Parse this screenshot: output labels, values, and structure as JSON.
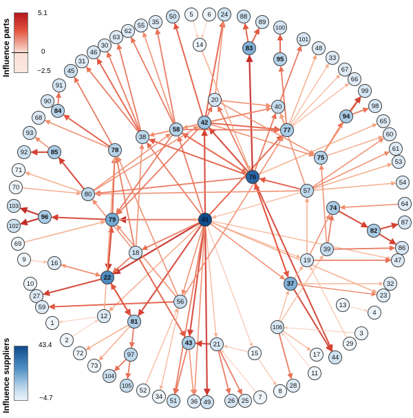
{
  "legend": {
    "parts": {
      "title": "Influence parts",
      "max": "5.1",
      "zero": "0",
      "min": "−2.5",
      "colors": [
        "#b5171c",
        "#fbe0d6"
      ]
    },
    "suppliers": {
      "title": "Influence suppliers",
      "max": "43.4",
      "min": "−4.7",
      "colors": [
        "#0f4a8a",
        "#eef5fb"
      ]
    }
  },
  "nodes": [
    {
      "id": "50",
      "s": 0.2
    },
    {
      "id": "5",
      "s": 0.0
    },
    {
      "id": "6",
      "s": 0.0
    },
    {
      "id": "24",
      "s": 0.2
    },
    {
      "id": "88",
      "s": 0.2
    },
    {
      "id": "89",
      "s": 0.15
    },
    {
      "id": "55",
      "s": 0.1
    },
    {
      "id": "35",
      "s": 0.1
    },
    {
      "id": "14",
      "s": 0.0
    },
    {
      "id": "83",
      "s": 0.55
    },
    {
      "id": "100",
      "s": 0.15
    },
    {
      "id": "101",
      "s": 0.15
    },
    {
      "id": "62",
      "s": 0.1
    },
    {
      "id": "63",
      "s": 0.1
    },
    {
      "id": "30",
      "s": 0.1
    },
    {
      "id": "46",
      "s": 0.15
    },
    {
      "id": "31",
      "s": 0.1
    },
    {
      "id": "95",
      "s": 0.35
    },
    {
      "id": "48",
      "s": 0.1
    },
    {
      "id": "33",
      "s": 0.1
    },
    {
      "id": "45",
      "s": 0.2
    },
    {
      "id": "67",
      "s": 0.1
    },
    {
      "id": "66",
      "s": 0.1
    },
    {
      "id": "91",
      "s": 0.15
    },
    {
      "id": "99",
      "s": 0.15
    },
    {
      "id": "20",
      "s": 0.15
    },
    {
      "id": "90",
      "s": 0.15
    },
    {
      "id": "84",
      "s": 0.35
    },
    {
      "id": "40",
      "s": 0.25
    },
    {
      "id": "94",
      "s": 0.4
    },
    {
      "id": "98",
      "s": 0.15
    },
    {
      "id": "68",
      "s": 0.1
    },
    {
      "id": "42",
      "s": 0.45
    },
    {
      "id": "58",
      "s": 0.35
    },
    {
      "id": "38",
      "s": 0.3
    },
    {
      "id": "77",
      "s": 0.4
    },
    {
      "id": "65",
      "s": 0.1
    },
    {
      "id": "93",
      "s": 0.15
    },
    {
      "id": "60",
      "s": 0.1
    },
    {
      "id": "78",
      "s": 0.35
    },
    {
      "id": "85",
      "s": 0.4
    },
    {
      "id": "92",
      "s": 0.2
    },
    {
      "id": "75",
      "s": 0.35
    },
    {
      "id": "61",
      "s": 0.1
    },
    {
      "id": "53",
      "s": 0.1
    },
    {
      "id": "71",
      "s": 0.0
    },
    {
      "id": "76",
      "s": 0.9
    },
    {
      "id": "54",
      "s": 0.1
    },
    {
      "id": "70",
      "s": 0.0
    },
    {
      "id": "57",
      "s": 0.3
    },
    {
      "id": "80",
      "s": 0.3
    },
    {
      "id": "64",
      "s": 0.1
    },
    {
      "id": "74",
      "s": 0.4
    },
    {
      "id": "103",
      "s": 0.2
    },
    {
      "id": "96",
      "s": 0.4
    },
    {
      "id": "79",
      "s": 0.6
    },
    {
      "id": "41",
      "s": 1.0
    },
    {
      "id": "87",
      "s": 0.15
    },
    {
      "id": "102",
      "s": 0.2
    },
    {
      "id": "82",
      "s": 0.4
    },
    {
      "id": "86",
      "s": 0.15
    },
    {
      "id": "69",
      "s": 0.0
    },
    {
      "id": "18",
      "s": 0.2
    },
    {
      "id": "39",
      "s": 0.25
    },
    {
      "id": "9",
      "s": 0.0
    },
    {
      "id": "16",
      "s": 0.1
    },
    {
      "id": "19",
      "s": 0.15
    },
    {
      "id": "47",
      "s": 0.1
    },
    {
      "id": "22",
      "s": 0.75
    },
    {
      "id": "37",
      "s": 0.55
    },
    {
      "id": "32",
      "s": 0.1
    },
    {
      "id": "10",
      "s": 0.0
    },
    {
      "id": "27",
      "s": 0.1
    },
    {
      "id": "23",
      "s": 0.1
    },
    {
      "id": "59",
      "s": 0.1
    },
    {
      "id": "56",
      "s": 0.25
    },
    {
      "id": "13",
      "s": 0.0
    },
    {
      "id": "4",
      "s": 0.0
    },
    {
      "id": "12",
      "s": 0.1
    },
    {
      "id": "1",
      "s": 0.0
    },
    {
      "id": "81",
      "s": 0.4
    },
    {
      "id": "106",
      "s": 0.15
    },
    {
      "id": "3",
      "s": 0.0
    },
    {
      "id": "2",
      "s": 0.0
    },
    {
      "id": "29",
      "s": 0.0
    },
    {
      "id": "43",
      "s": 0.4
    },
    {
      "id": "21",
      "s": 0.15
    },
    {
      "id": "72",
      "s": 0.0
    },
    {
      "id": "97",
      "s": 0.3
    },
    {
      "id": "15",
      "s": 0.0
    },
    {
      "id": "17",
      "s": 0.0
    },
    {
      "id": "44",
      "s": 0.2
    },
    {
      "id": "73",
      "s": 0.0
    },
    {
      "id": "11",
      "s": 0.0
    },
    {
      "id": "104",
      "s": 0.2
    },
    {
      "id": "28",
      "s": 0.1
    },
    {
      "id": "105",
      "s": 0.25
    },
    {
      "id": "52",
      "s": 0.0
    },
    {
      "id": "34",
      "s": 0.0
    },
    {
      "id": "8",
      "s": 0.0
    },
    {
      "id": "7",
      "s": 0.0
    },
    {
      "id": "26",
      "s": 0.15
    },
    {
      "id": "25",
      "s": 0.1
    },
    {
      "id": "51",
      "s": 0.2
    },
    {
      "id": "36",
      "s": 0.1
    },
    {
      "id": "49",
      "s": 0.2
    }
  ],
  "edges": [
    [
      "41",
      "79",
      0.9
    ],
    [
      "41",
      "22",
      0.9
    ],
    [
      "41",
      "81",
      0.8
    ],
    [
      "41",
      "43",
      0.8
    ],
    [
      "41",
      "49",
      0.85
    ],
    [
      "41",
      "42",
      0.8
    ],
    [
      "41",
      "77",
      0.7
    ],
    [
      "41",
      "38",
      0.6
    ],
    [
      "41",
      "58",
      0.6
    ],
    [
      "41",
      "18",
      0.6
    ],
    [
      "41",
      "37",
      0.5
    ],
    [
      "41",
      "19",
      0.3
    ],
    [
      "41",
      "21",
      0.3
    ],
    [
      "41",
      "15",
      0.2
    ],
    [
      "41",
      "56",
      0.5
    ],
    [
      "41",
      "23",
      0.4
    ],
    [
      "41",
      "36",
      0.5
    ],
    [
      "41",
      "51",
      0.6
    ],
    [
      "41",
      "47",
      0.3
    ],
    [
      "41",
      "12",
      0.4
    ],
    [
      "76",
      "83",
      0.9
    ],
    [
      "76",
      "42",
      0.8
    ],
    [
      "76",
      "38",
      0.7
    ],
    [
      "76",
      "20",
      0.6
    ],
    [
      "76",
      "58",
      0.7
    ],
    [
      "76",
      "80",
      0.6
    ],
    [
      "76",
      "37",
      0.7
    ],
    [
      "76",
      "44",
      0.8
    ],
    [
      "57",
      "76",
      0.7
    ],
    [
      "76",
      "65",
      0.4
    ],
    [
      "76",
      "40",
      0.6
    ],
    [
      "79",
      "22",
      0.9
    ],
    [
      "79",
      "78",
      0.7
    ],
    [
      "79",
      "41",
      0.3
    ],
    [
      "22",
      "81",
      0.8
    ],
    [
      "22",
      "27",
      0.8
    ],
    [
      "22",
      "16",
      0.4
    ],
    [
      "22",
      "79",
      0.7
    ],
    [
      "18",
      "78",
      0.6
    ],
    [
      "18",
      "80",
      0.5
    ],
    [
      "18",
      "43",
      0.7
    ],
    [
      "18",
      "22",
      0.6
    ],
    [
      "18",
      "38",
      0.5
    ],
    [
      "80",
      "85",
      0.8
    ],
    [
      "80",
      "71",
      0.4
    ],
    [
      "80",
      "58",
      0.5
    ],
    [
      "80",
      "42",
      0.5
    ],
    [
      "96",
      "103",
      0.9
    ],
    [
      "96",
      "102",
      0.9
    ],
    [
      "79",
      "96",
      0.8
    ],
    [
      "81",
      "97",
      0.6
    ],
    [
      "81",
      "72",
      0.4
    ],
    [
      "81",
      "73",
      0.4
    ],
    [
      "97",
      "104",
      0.6
    ],
    [
      "97",
      "105",
      0.6
    ],
    [
      "81",
      "22",
      0.7
    ],
    [
      "56",
      "59",
      0.7
    ],
    [
      "56",
      "79",
      0.5
    ],
    [
      "56",
      "78",
      0.5
    ],
    [
      "56",
      "77",
      0.5
    ],
    [
      "56",
      "34",
      0.3
    ],
    [
      "12",
      "1",
      0.1
    ],
    [
      "12",
      "78",
      0.4
    ],
    [
      "43",
      "51",
      0.6
    ],
    [
      "43",
      "36",
      0.5
    ],
    [
      "21",
      "43",
      0.8
    ],
    [
      "21",
      "26",
      0.6
    ],
    [
      "21",
      "25",
      0.6
    ],
    [
      "15",
      "8",
      0.2
    ],
    [
      "15",
      "21",
      0.2
    ],
    [
      "37",
      "19",
      0.3
    ],
    [
      "37",
      "44",
      0.8
    ],
    [
      "37",
      "23",
      0.5
    ],
    [
      "37",
      "32",
      0.3
    ],
    [
      "37",
      "76",
      0.7
    ],
    [
      "106",
      "37",
      0.3
    ],
    [
      "106",
      "28",
      0.6
    ],
    [
      "106",
      "17",
      0.3
    ],
    [
      "106",
      "39",
      0.3
    ],
    [
      "19",
      "47",
      0.6
    ],
    [
      "19",
      "57",
      0.4
    ],
    [
      "19",
      "74",
      0.5
    ],
    [
      "39",
      "74",
      0.6
    ],
    [
      "39",
      "75",
      0.5
    ],
    [
      "39",
      "86",
      0.6
    ],
    [
      "74",
      "82",
      0.8
    ],
    [
      "82",
      "87",
      0.8
    ],
    [
      "82",
      "86",
      0.8
    ],
    [
      "64",
      "74",
      0.5
    ],
    [
      "57",
      "54",
      0.4
    ],
    [
      "57",
      "61",
      0.5
    ],
    [
      "57",
      "53",
      0.4
    ],
    [
      "57",
      "60",
      0.5
    ],
    [
      "57",
      "80",
      0.5
    ],
    [
      "57",
      "40",
      0.5
    ],
    [
      "75",
      "94",
      0.6
    ],
    [
      "75",
      "99",
      0.4
    ],
    [
      "75",
      "60",
      0.4
    ],
    [
      "94",
      "99",
      0.8
    ],
    [
      "94",
      "98",
      0.6
    ],
    [
      "77",
      "95",
      0.6
    ],
    [
      "77",
      "40",
      0.4
    ],
    [
      "77",
      "48",
      0.4
    ],
    [
      "77",
      "33",
      0.3
    ],
    [
      "77",
      "67",
      0.3
    ],
    [
      "77",
      "66",
      0.3
    ],
    [
      "40",
      "101",
      0.6
    ],
    [
      "95",
      "100",
      0.7
    ],
    [
      "83",
      "88",
      0.7
    ],
    [
      "83",
      "89",
      0.7
    ],
    [
      "42",
      "50",
      0.7
    ],
    [
      "42",
      "24",
      0.7
    ],
    [
      "42",
      "20",
      0.6
    ],
    [
      "42",
      "77",
      0.7
    ],
    [
      "42",
      "40",
      0.5
    ],
    [
      "42",
      "75",
      0.5
    ],
    [
      "42",
      "58",
      0.4
    ],
    [
      "42",
      "79",
      0.6
    ],
    [
      "20",
      "24",
      0.5
    ],
    [
      "20",
      "40",
      0.5
    ],
    [
      "20",
      "75",
      0.5
    ],
    [
      "58",
      "62",
      0.6
    ],
    [
      "58",
      "35",
      0.6
    ],
    [
      "58",
      "55",
      0.5
    ],
    [
      "58",
      "77",
      0.6
    ],
    [
      "58",
      "38",
      0.5
    ],
    [
      "58",
      "79",
      0.6
    ],
    [
      "58",
      "76",
      0.6
    ],
    [
      "38",
      "46",
      0.7
    ],
    [
      "38",
      "63",
      0.6
    ],
    [
      "38",
      "30",
      0.6
    ],
    [
      "38",
      "31",
      0.6
    ],
    [
      "38",
      "40",
      0.5
    ],
    [
      "78",
      "84",
      0.7
    ],
    [
      "78",
      "68",
      0.5
    ],
    [
      "78",
      "45",
      0.6
    ],
    [
      "84",
      "91",
      0.6
    ],
    [
      "84",
      "90",
      0.8
    ],
    [
      "85",
      "92",
      0.8
    ],
    [
      "85",
      "93",
      0.5
    ],
    [
      "70",
      "80",
      0.4
    ],
    [
      "69",
      "79",
      0.4
    ],
    [
      "9",
      "16",
      0.2
    ],
    [
      "16",
      "22",
      0.5
    ],
    [
      "10",
      "27",
      0.3
    ],
    [
      "14",
      "76",
      0.4
    ],
    [
      "5",
      "14",
      0.1
    ],
    [
      "6",
      "14",
      0.1
    ],
    [
      "13",
      "4",
      0.1
    ],
    [
      "29",
      "19",
      0.2
    ],
    [
      "3",
      "106",
      0.1
    ],
    [
      "52",
      "56",
      0.3
    ],
    [
      "2",
      "12",
      0.1
    ],
    [
      "7",
      "21",
      0.1
    ],
    [
      "11",
      "106",
      0.1
    ],
    [
      "57",
      "41",
      0.3
    ]
  ]
}
